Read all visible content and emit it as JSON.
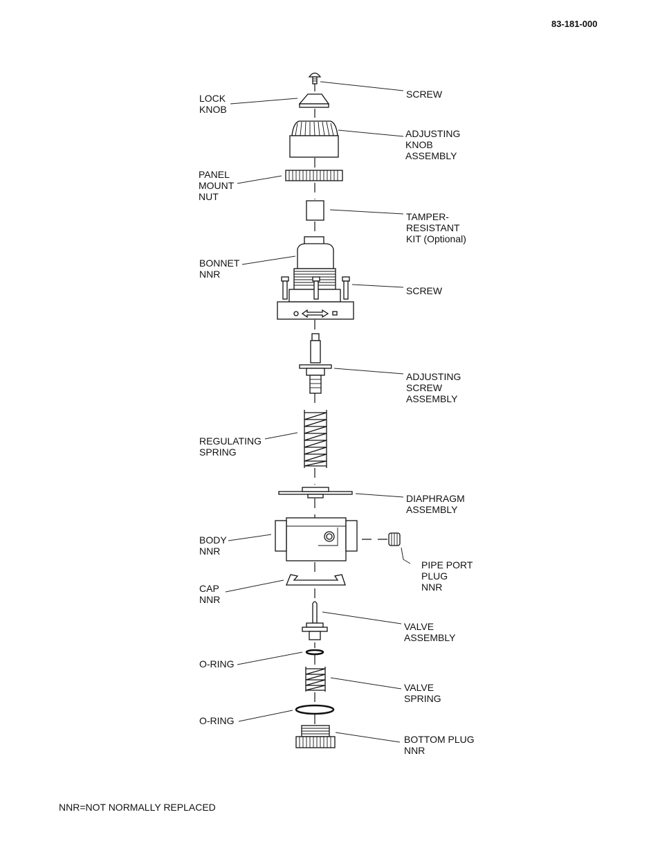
{
  "document_number": "83-181-000",
  "footnote": "NNR=NOT NORMALLY REPLACED",
  "labels": {
    "screw_top": [
      "SCREW"
    ],
    "lock_knob": [
      "LOCK",
      "KNOB"
    ],
    "adjusting_knob": [
      "ADJUSTING",
      "KNOB",
      "ASSEMBLY"
    ],
    "panel_mount_nut": [
      "PANEL",
      "MOUNT",
      "NUT"
    ],
    "tamper_kit": [
      "TAMPER-",
      "RESISTANT",
      "KIT (Optional)"
    ],
    "bonnet": [
      "BONNET",
      "NNR"
    ],
    "screw_bonnet": [
      "SCREW"
    ],
    "adjusting_screw": [
      "ADJUSTING",
      "SCREW",
      "ASSEMBLY"
    ],
    "regulating_spring": [
      "REGULATING",
      "SPRING"
    ],
    "diaphragm": [
      "DIAPHRAGM",
      "ASSEMBLY"
    ],
    "body": [
      "BODY",
      "NNR"
    ],
    "pipe_port_plug": [
      "PIPE PORT",
      "PLUG",
      "NNR"
    ],
    "cap": [
      "CAP",
      "NNR"
    ],
    "valve_assembly": [
      "VALVE",
      "ASSEMBLY"
    ],
    "oring_upper": [
      "O-RING"
    ],
    "valve_spring": [
      "VALVE",
      "SPRING"
    ],
    "oring_lower": [
      "O-RING"
    ],
    "bottom_plug": [
      "BOTTOM PLUG",
      "NNR"
    ]
  }
}
